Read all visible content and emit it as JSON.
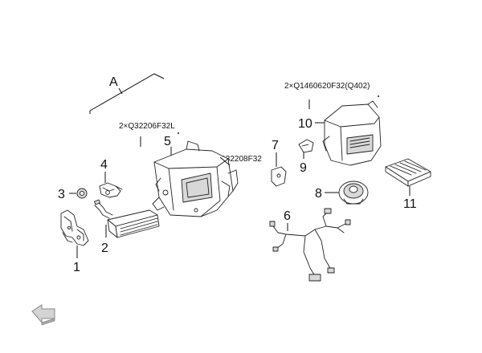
{
  "diagram": {
    "group_label": "A",
    "callouts": [
      {
        "id": "1",
        "label": "1"
      },
      {
        "id": "2",
        "label": "2"
      },
      {
        "id": "3",
        "label": "3"
      },
      {
        "id": "4",
        "label": "4"
      },
      {
        "id": "5",
        "label": "5"
      },
      {
        "id": "6",
        "label": "6"
      },
      {
        "id": "7",
        "label": "7"
      },
      {
        "id": "8",
        "label": "8"
      },
      {
        "id": "9",
        "label": "9"
      },
      {
        "id": "10",
        "label": "10"
      },
      {
        "id": "11",
        "label": "11"
      }
    ],
    "part_numbers": {
      "screw_a": "2×Q32206F32L",
      "screw_b": "Q32208F32",
      "screw_c": "2×Q1460620F32(Q402)"
    }
  },
  "nav": {
    "back_icon": "back-arrow-icon"
  }
}
